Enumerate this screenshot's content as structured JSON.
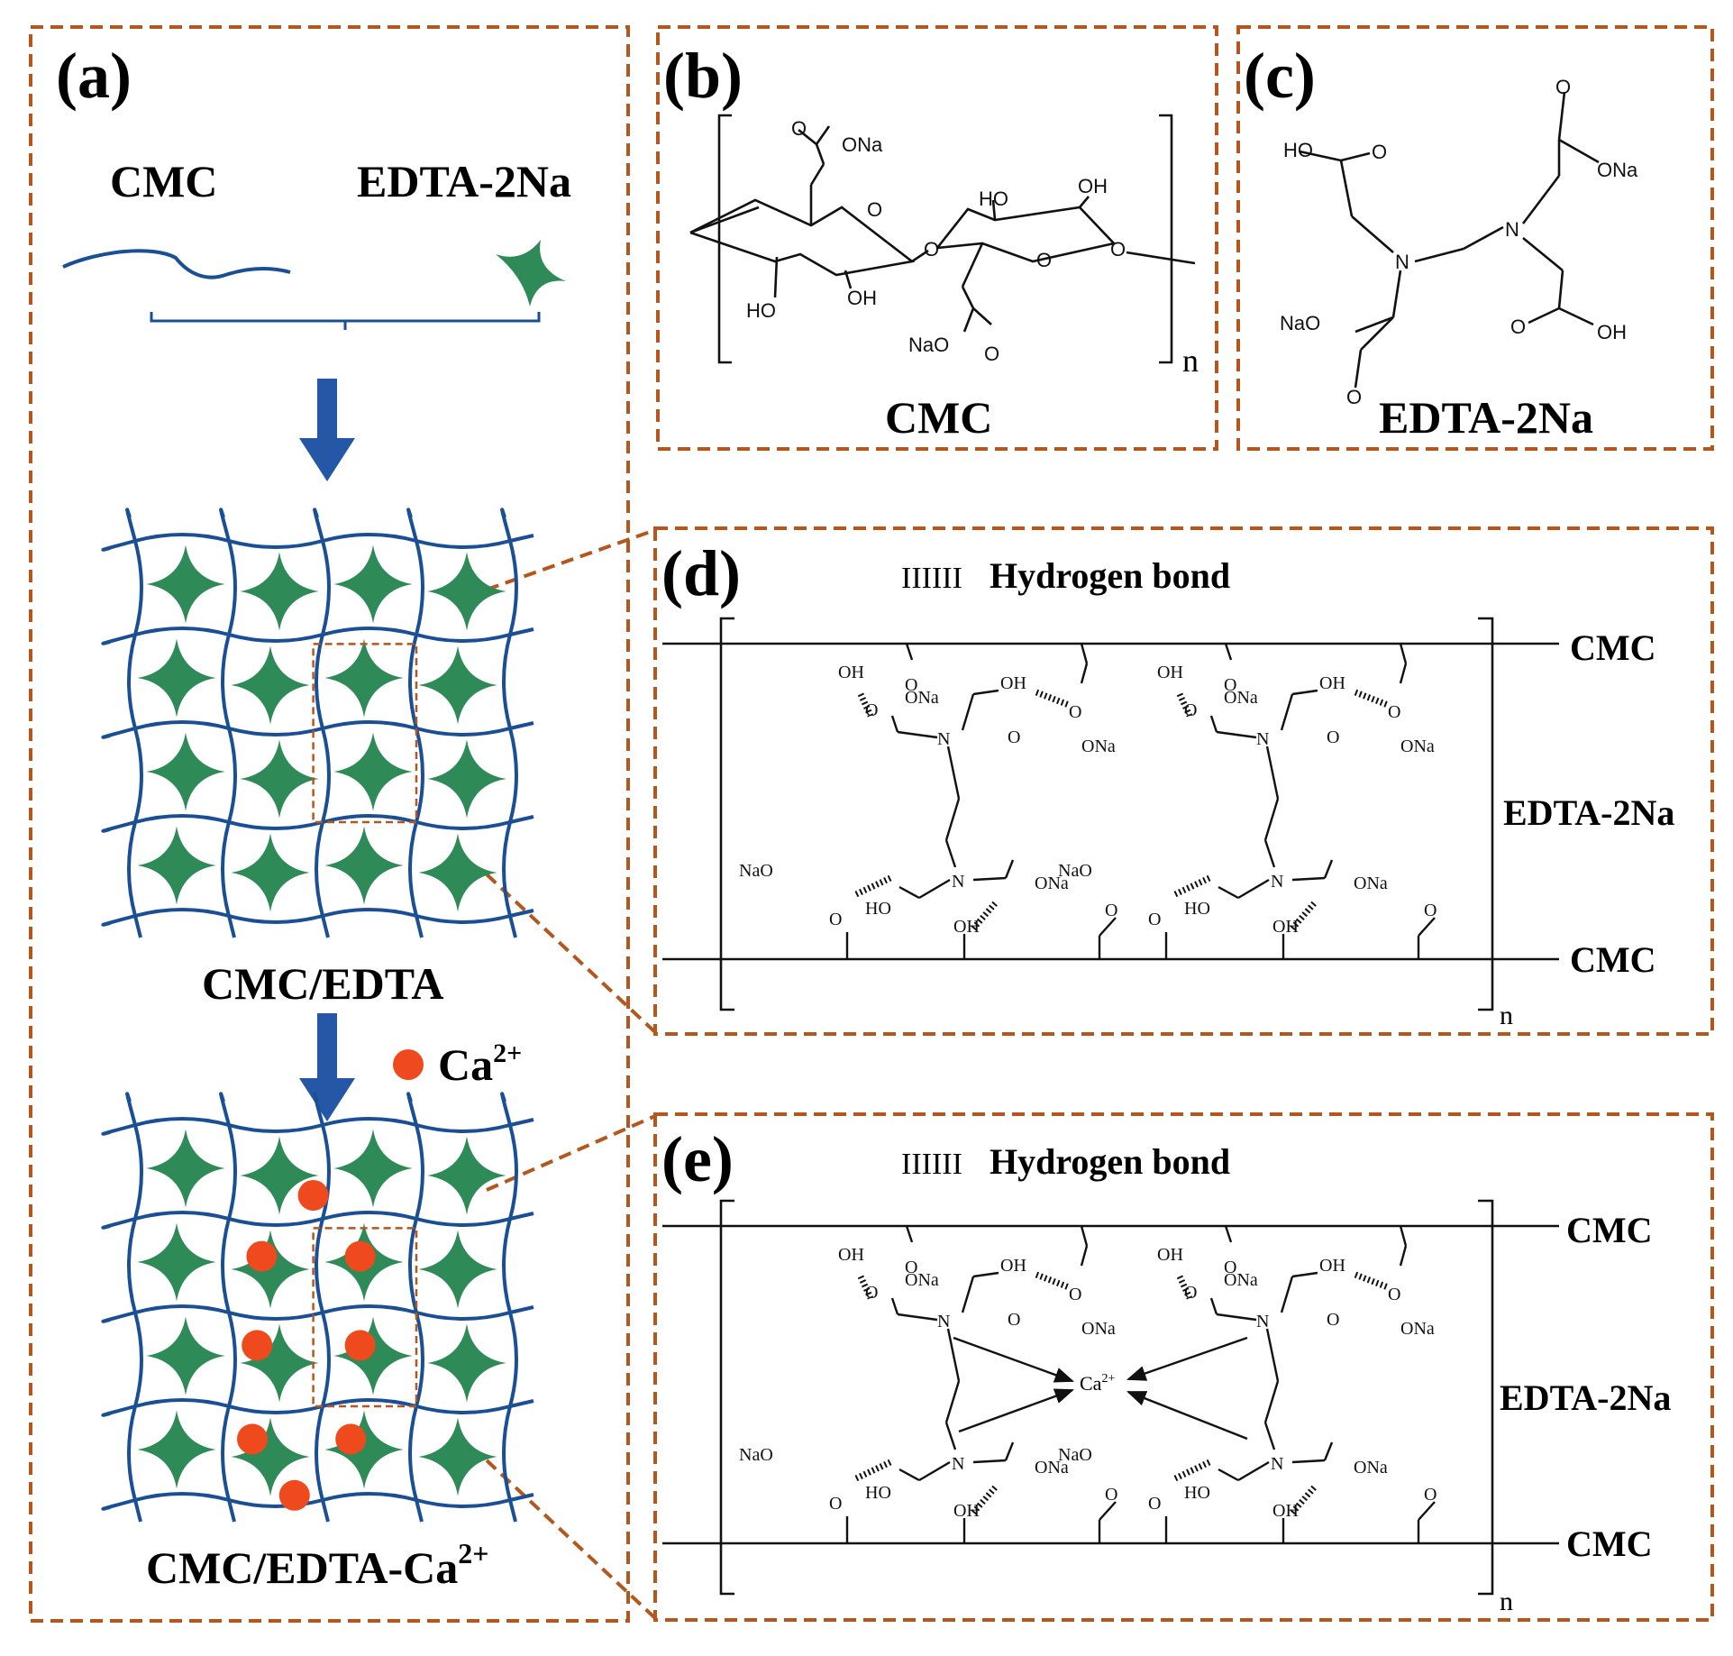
{
  "colors": {
    "border": "#b5561c",
    "network": "#1a4f96",
    "star": "#2e8b57",
    "arrow": "#2457a6",
    "calcium": "#ee4a1d",
    "ink": "#111111"
  },
  "panel_a": {
    "label": "(a)",
    "cmc_label": "CMC",
    "edta_label": "EDTA-2Na",
    "network1_caption": "CMC/EDTA",
    "ca_legend": "Ca",
    "ca_superscript": "2+",
    "network2_caption": "CMC/EDTA-Ca",
    "network2_superscript": "2+"
  },
  "panel_b": {
    "label": "(b)",
    "caption": "CMC",
    "repeat": "n",
    "atoms": {
      "ona": "ONa",
      "nao": "NaO",
      "o": "O",
      "ho": "HO",
      "oh": "OH"
    }
  },
  "panel_c": {
    "label": "(c)",
    "caption": "EDTA-2Na",
    "atoms": {
      "ho": "HO",
      "oh": "OH",
      "ona": "ONa",
      "nao": "NaO",
      "o": "O",
      "n": "N"
    }
  },
  "panel_d": {
    "label": "(d)",
    "legend_mark": "IIIIII",
    "legend_text": "Hydrogen bond",
    "cmc_top": "CMC",
    "edta": "EDTA-2Na",
    "cmc_bottom": "CMC",
    "repeat": "n",
    "atoms": {
      "oh": "OH",
      "ho": "HO",
      "ona": "ONa",
      "nao": "NaO",
      "o": "O",
      "n": "N"
    }
  },
  "panel_e": {
    "label": "(e)",
    "legend_mark": "IIIIII",
    "legend_text": "Hydrogen bond",
    "cmc_top": "CMC",
    "edta": "EDTA-2Na",
    "cmc_bottom": "CMC",
    "repeat": "n",
    "ca_center": "Ca",
    "ca_center_sup": "2+",
    "atoms": {
      "oh": "OH",
      "ho": "HO",
      "ona": "ONa",
      "nao": "NaO",
      "o": "O",
      "n": "N"
    }
  }
}
